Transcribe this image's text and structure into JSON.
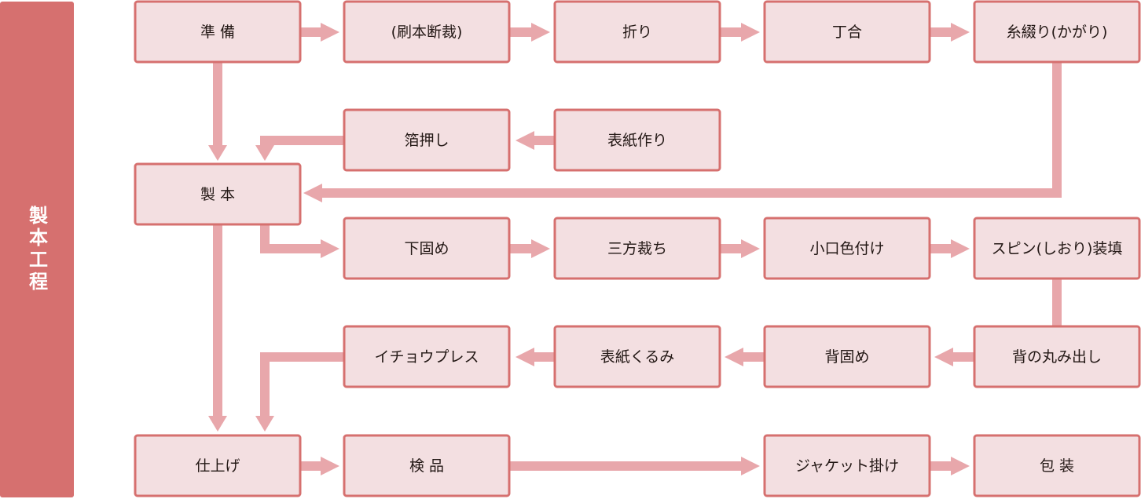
{
  "sidebar": {
    "label": "製本工程"
  },
  "nodes": {
    "junbi": "準 備",
    "surihon": "(刷本断裁)",
    "ori": "折り",
    "chogo": "丁合",
    "itotoji": "糸綴り(かがり)",
    "hakuoshi": "箔押し",
    "hyoshi": "表紙作り",
    "seihon": "製 本",
    "shitagatame": "下固め",
    "sanpo": "三方裁ち",
    "koguchi": "小口色付け",
    "spin": "スピン(しおり)装填",
    "ichou": "イチョウプレス",
    "kurumi": "表紙くるみ",
    "segatame": "背固め",
    "marumi": "背の丸み出し",
    "shiage": "仕上げ",
    "kenpin": "検 品",
    "jacket": "ジャケット掛け",
    "hoso": "包 装"
  },
  "colors": {
    "sidebar": "#d6706f",
    "box_fill": "#f3dfe1",
    "box_border": "#d6706f",
    "arrow": "#e8a7ab",
    "text": "#231815"
  }
}
